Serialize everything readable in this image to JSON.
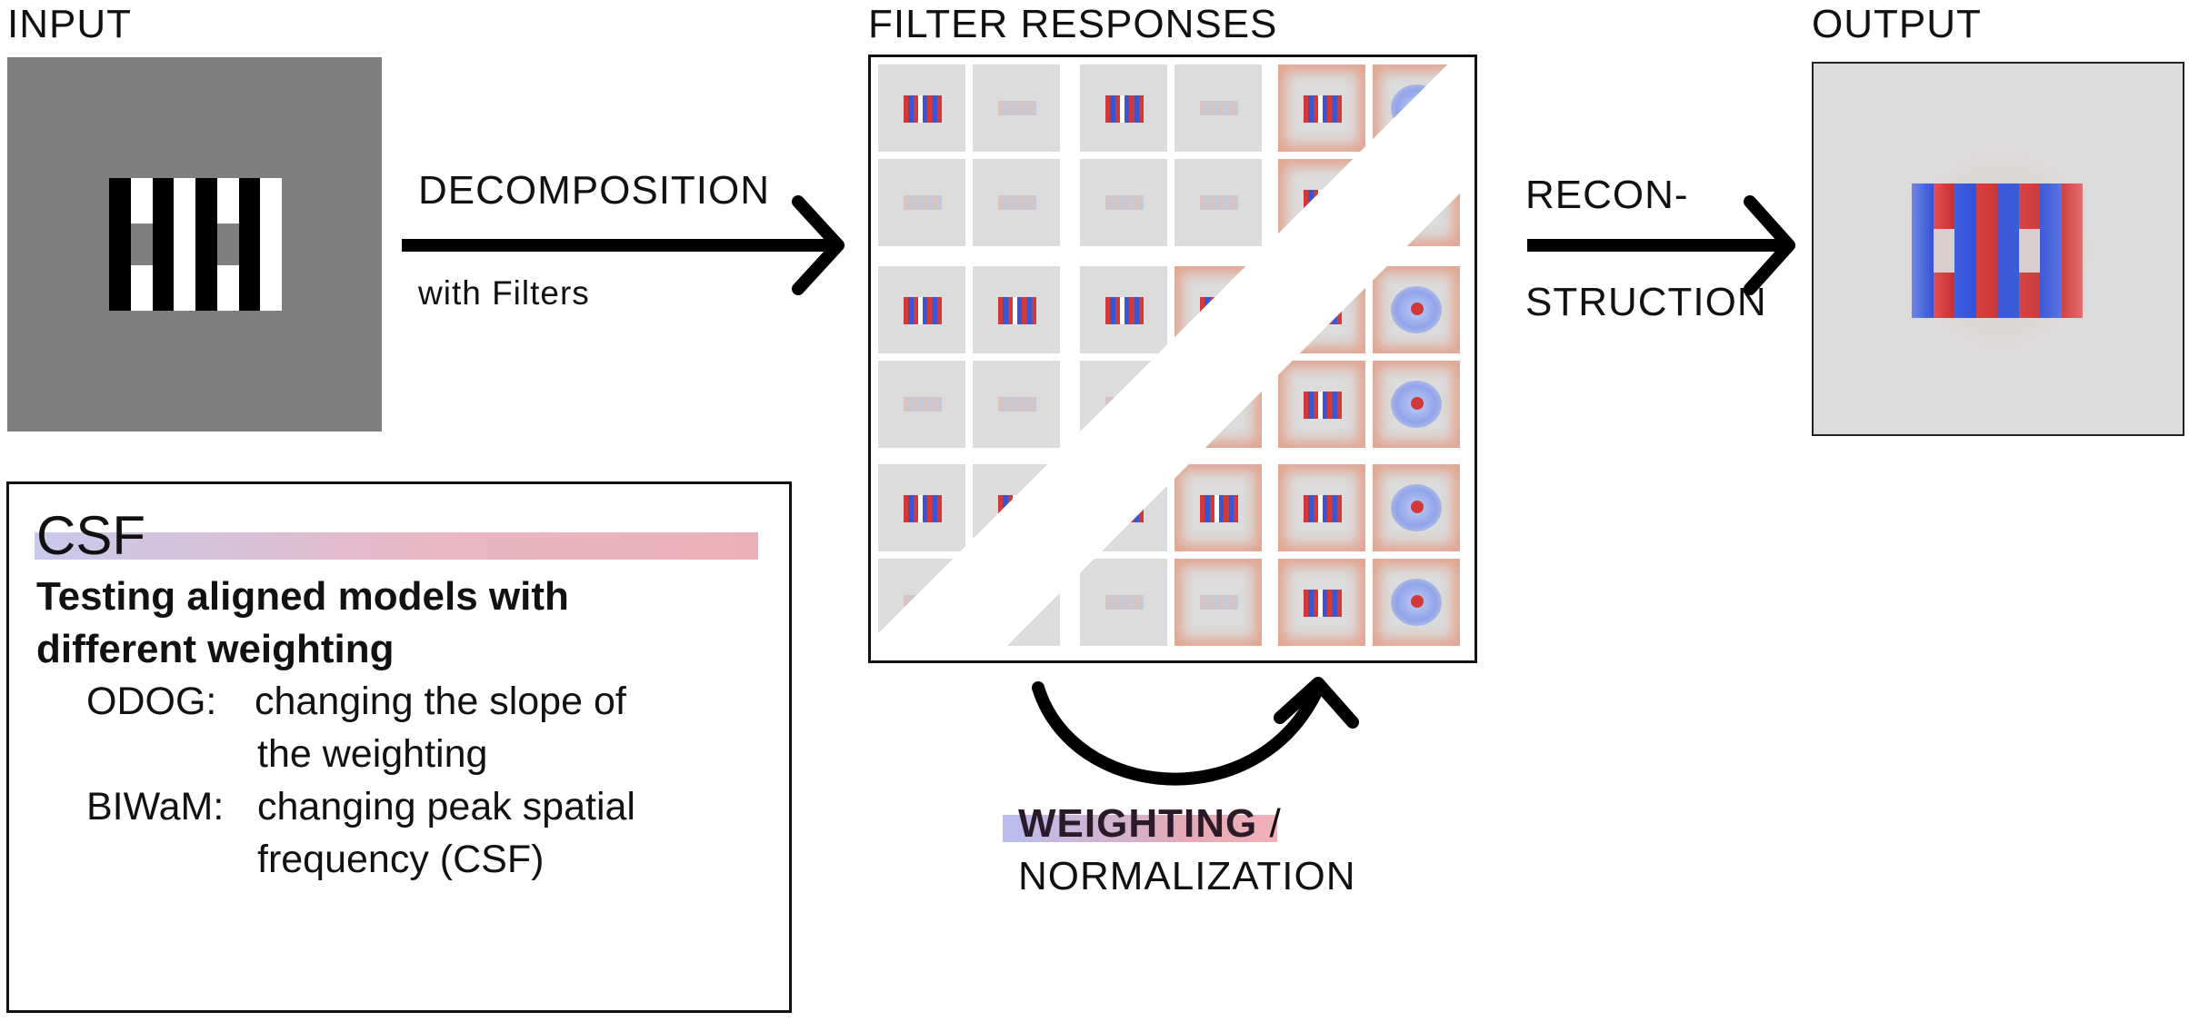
{
  "labels": {
    "input": "INPUT",
    "filter_responses": "FILTER RESPONSES",
    "output": "OUTPUT",
    "decomposition": "DECOMPOSITION",
    "with_filters": "with Filters",
    "recon": "RECON-",
    "struction": "STRUCTION",
    "weighting": "WEIGHTING",
    "slash": "/",
    "normalization": "NORMALIZATION"
  },
  "csf": {
    "title": "CSF",
    "subtitle": "Testing aligned models with different weighting",
    "items": [
      {
        "model": "ODOG:",
        "line1": "changing the slope of",
        "line2": "the weighting"
      },
      {
        "model": "BIWaM:",
        "line1": "changing peak spatial",
        "line2": "frequency (CSF)"
      }
    ]
  },
  "colors": {
    "input_background": "#7f7f7f",
    "tile_background": "#dcdcdc",
    "response_red": "#d23a3a",
    "response_blue": "#3a55d2",
    "text": "#111111"
  }
}
